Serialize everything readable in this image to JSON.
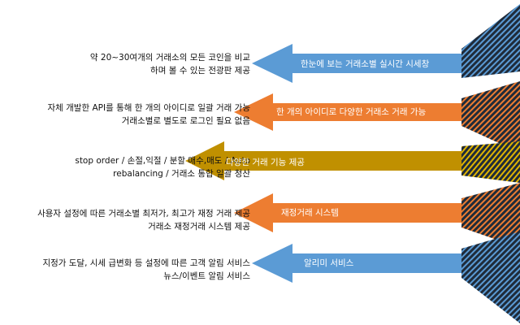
{
  "colors": {
    "blue": "#5b9bd5",
    "orange": "#ed7d31",
    "gold": "#c09000",
    "stripe_dark": "#1f2b3a"
  },
  "rows": [
    {
      "arrow_label": "한눈에 보는 거래소별 실시간 시세창",
      "color": "#5b9bd5",
      "stripe": "#5b9bd5",
      "desc": [
        "약 20~30여개의 거래소의 모든 코인을 비교",
        "하며 볼 수 있는 전광판 제공"
      ]
    },
    {
      "arrow_label": "한 개의 아이디로 다양한 거래소 거래 가능",
      "color": "#ed7d31",
      "stripe": "#ed7d31",
      "desc": [
        "자체 개발한 API를 통해 한 개의 아이디로 일괄 거래 가능",
        "거래소별로 별도로 로그인 필요 없음"
      ]
    },
    {
      "arrow_label": "다양한 거래 기능 제공",
      "color": "#c09000",
      "stripe": "#e0b400",
      "desc": [
        "stop order / 손절,익절 / 분할 매수,매도 / Auto",
        "rebalancing / 거래소 통합 일괄 청산"
      ]
    },
    {
      "arrow_label": "재정거래 시스템",
      "color": "#ed7d31",
      "stripe": "#ed7d31",
      "desc": [
        "사용자 설정에 따른 거래소별 최저가, 최고가 재정 거래 제공",
        "거래소 재정거래 시스템 제공"
      ]
    },
    {
      "arrow_label": "알리미 서비스",
      "color": "#5b9bd5",
      "stripe": "#5b9bd5",
      "desc": [
        "지정가 도달, 시세 급변화 등 설정에 따른 고객 알림 서비스",
        "뉴스/이벤트 알림 서비스"
      ]
    }
  ]
}
